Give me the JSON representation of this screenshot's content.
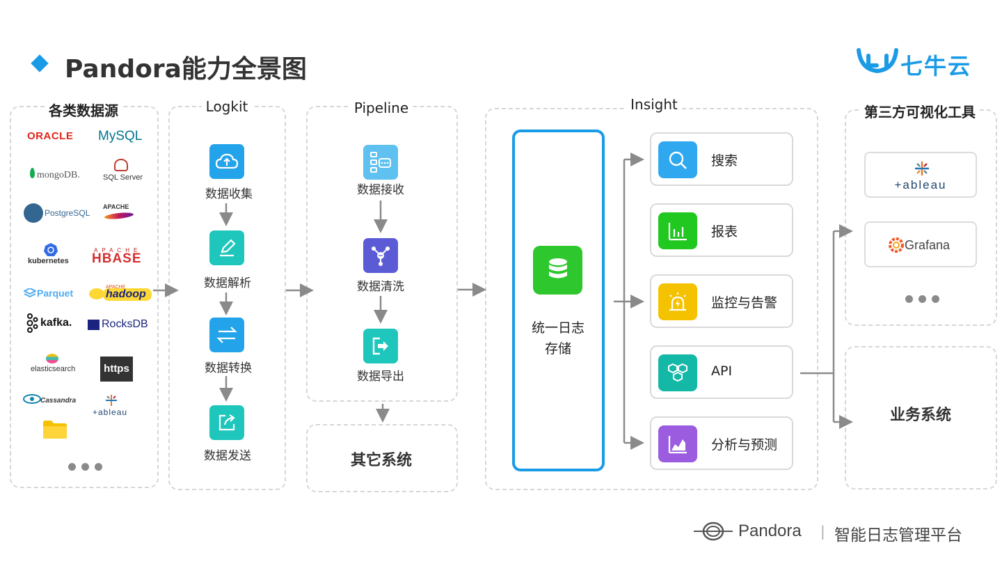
{
  "header": {
    "title": "Pandora能力全景图",
    "brand": "七牛云"
  },
  "sections": {
    "sources": {
      "title": "各类数据源",
      "items": [
        "ORACLE",
        "MySQL",
        "mongoDB.",
        "SQL Server",
        "PostgreSQL",
        "APACHE",
        "kubernetes",
        "APACHE",
        "HBASE",
        "Parquet",
        "APACHE",
        "hadoop",
        "kafka.",
        "RocksDB",
        "elasticsearch",
        "https",
        "Cassandra",
        "+ableau"
      ]
    },
    "logkit": {
      "title": "Logkit",
      "steps": [
        "数据收集",
        "数据解析",
        "数据转换",
        "数据发送"
      ]
    },
    "pipeline": {
      "title": "Pipeline",
      "steps": [
        "数据接收",
        "数据清洗",
        "数据导出"
      ]
    },
    "other_systems": {
      "label": "其它系统"
    },
    "insight": {
      "title": "Insight",
      "storage_label": "统一日志存储",
      "cards": [
        "搜索",
        "报表",
        "监控与告警",
        "API",
        "分析与预测"
      ]
    },
    "third_party": {
      "title": "第三方可视化工具",
      "tools": [
        "+ableau",
        "Grafana"
      ]
    },
    "business": {
      "label": "业务系统"
    }
  },
  "footer": {
    "product": "Pandora",
    "separator": "|",
    "tagline": "智能日志管理平台"
  },
  "colors": {
    "accent_blue": "#1a9be6",
    "search": "#2fa8f0",
    "report": "#20c820",
    "monitor": "#f5c200",
    "api": "#14b8a6",
    "analysis": "#9b5ce0",
    "logkit_blue": "#22a3ea",
    "logkit_teal": "#1ec6bc",
    "pipeline_light": "#5ec1f0",
    "pipeline_purple": "#5b5bd6",
    "pipeline_teal": "#1ec6bc",
    "storage_green": "#2ec72e"
  },
  "icons": [
    "diamond-bullet-icon",
    "qiniu-bull-icon",
    "upload-cloud-icon",
    "pen-icon",
    "swap-arrows-icon",
    "share-out-icon",
    "receive-list-icon",
    "hub-nodes-icon",
    "export-door-icon",
    "database-icon",
    "search-icon",
    "bar-chart-icon",
    "alarm-light-icon",
    "api-hexagons-icon",
    "area-chart-icon",
    "tableau-cross-icon",
    "grafana-gear-icon",
    "pandora-ring-icon",
    "more-dots-icon",
    "folder-icon"
  ]
}
